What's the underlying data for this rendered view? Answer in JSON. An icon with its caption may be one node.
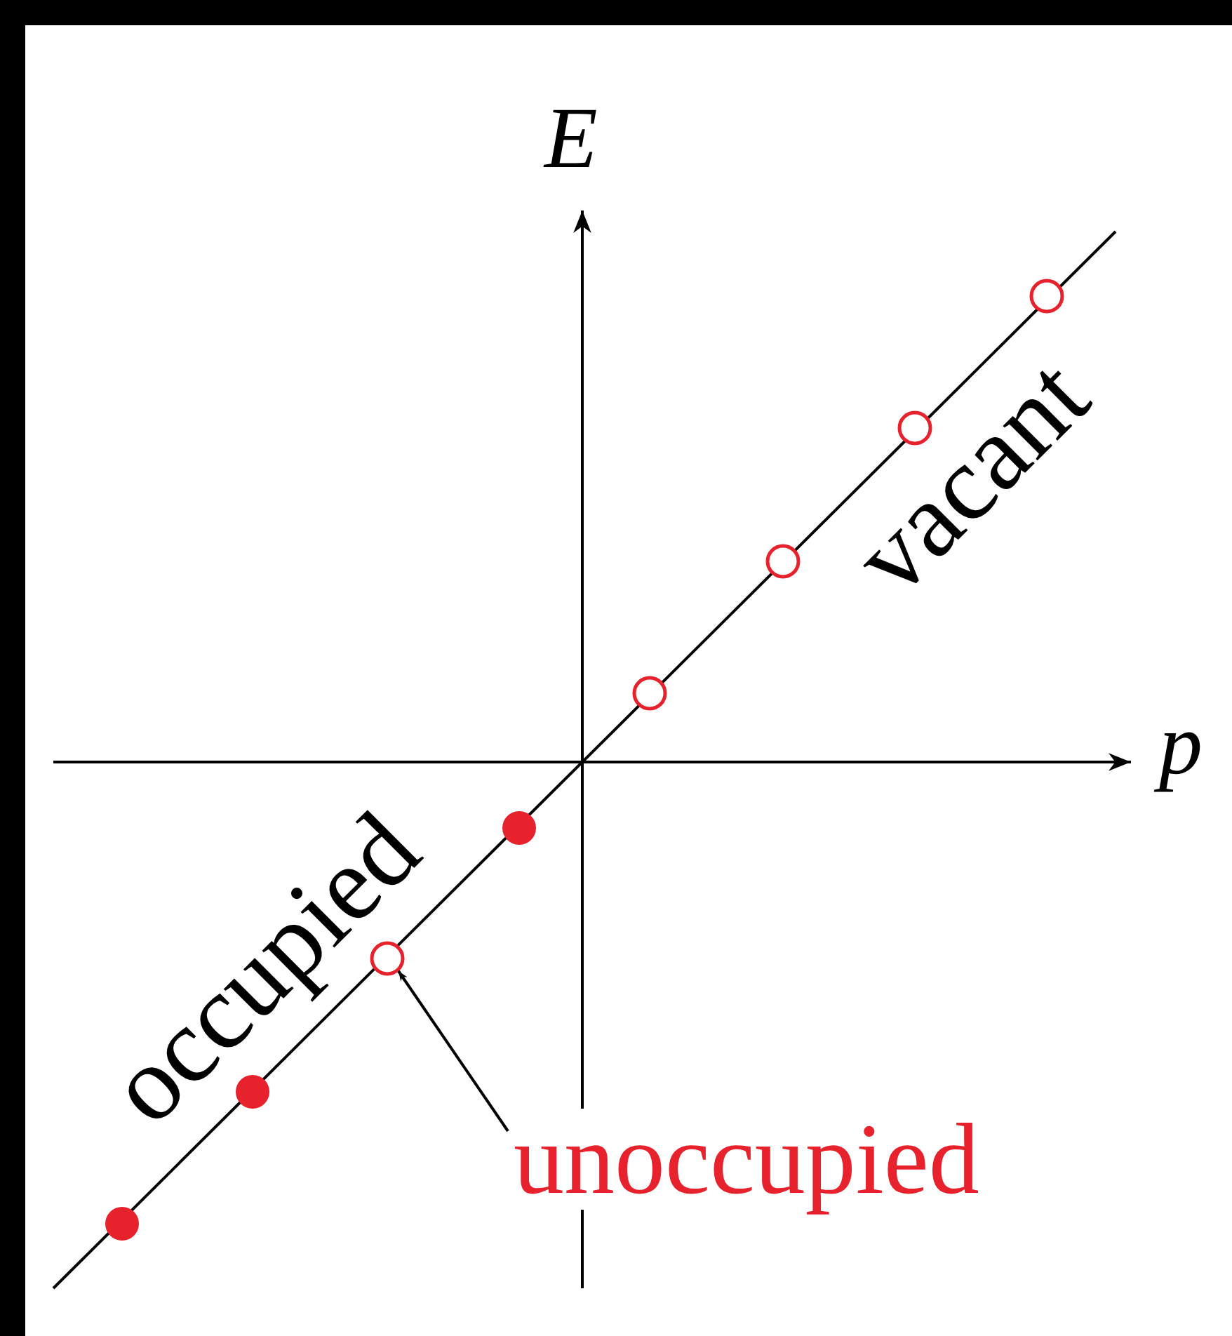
{
  "diagram": {
    "nodes": [
      {
        "text": [
          "unoccupied"
        ]
      },
      {
        "text": [],
        "shape": "circle"
      },
      {
        "text": [],
        "shape": "circle"
      },
      {
        "text": [],
        "shape": "circle"
      },
      {
        "text": [],
        "shape": "circle"
      },
      {
        "text": [],
        "shape": "circle"
      },
      {
        "text": [],
        "shape": "circle"
      },
      {
        "text": [],
        "shape": "circle"
      },
      {
        "text": [],
        "shape": "circle"
      }
    ],
    "edges": [
      {
        "from": 0,
        "to": 1,
        "arrow": "to"
      }
    ],
    "labels": [
      "E",
      "vacant",
      "p",
      "occupied"
    ]
  }
}
